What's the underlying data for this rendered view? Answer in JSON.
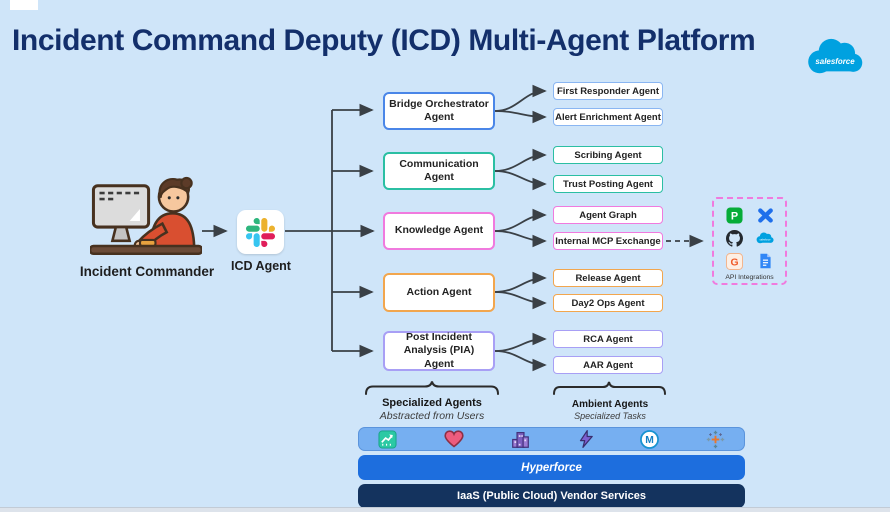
{
  "header": {
    "title": "Incident Command Deputy (ICD) Multi-Agent Platform",
    "logo_text": "salesforce"
  },
  "actors": {
    "incident_commander": "Incident Commander",
    "icd_agent": "ICD Agent"
  },
  "agents": [
    {
      "label": "Bridge Orchestrator Agent",
      "color": "#4A86E8",
      "child_color": "#8AB6F2",
      "children": [
        "First Responder Agent",
        "Alert Enrichment Agent"
      ]
    },
    {
      "label": "Communication Agent",
      "color": "#2BBFA3",
      "child_color": "#2BBFA3",
      "children": [
        "Scribing Agent",
        "Trust Posting Agent"
      ]
    },
    {
      "label": "Knowledge Agent",
      "color": "#F07ADE",
      "child_color": "#F07ADE",
      "children": [
        "Agent Graph",
        "Internal MCP Exchange"
      ]
    },
    {
      "label": "Action Agent",
      "color": "#F2A64E",
      "child_color": "#F2A64E",
      "children": [
        "Release Agent",
        "Day2 Ops Agent"
      ]
    },
    {
      "label": "Post Incident Analysis (PIA) Agent",
      "color": "#A89FF5",
      "child_color": "#A89FF5",
      "children": [
        "RCA Agent",
        "AAR Agent"
      ]
    }
  ],
  "api_integrations": {
    "label": "API Integrations",
    "icons": [
      "pagerduty",
      "confluence",
      "github",
      "salesforce",
      "grafana",
      "google-docs"
    ]
  },
  "groups": {
    "specialized": {
      "title": "Specialized Agents",
      "subtitle": "Abstracted from Users"
    },
    "ambient": {
      "title": "Ambient Agents",
      "subtitle": "Specialized Tasks"
    }
  },
  "platform": {
    "services_icons": [
      "analytics",
      "heart",
      "buildings",
      "lightning",
      "mulesoft",
      "tableau"
    ],
    "hyperforce": "Hyperforce",
    "iaas": "IaaS (Public Cloud) Vendor Services"
  },
  "colors": {
    "background": "#CFE5F9",
    "title": "#132F6B",
    "connector": "#3A4046",
    "salesforce_blue": "#00A1E0",
    "bar_services": "#76AFF1",
    "bar_hyperforce": "#1D6EDE",
    "bar_iaas": "#14335E"
  }
}
